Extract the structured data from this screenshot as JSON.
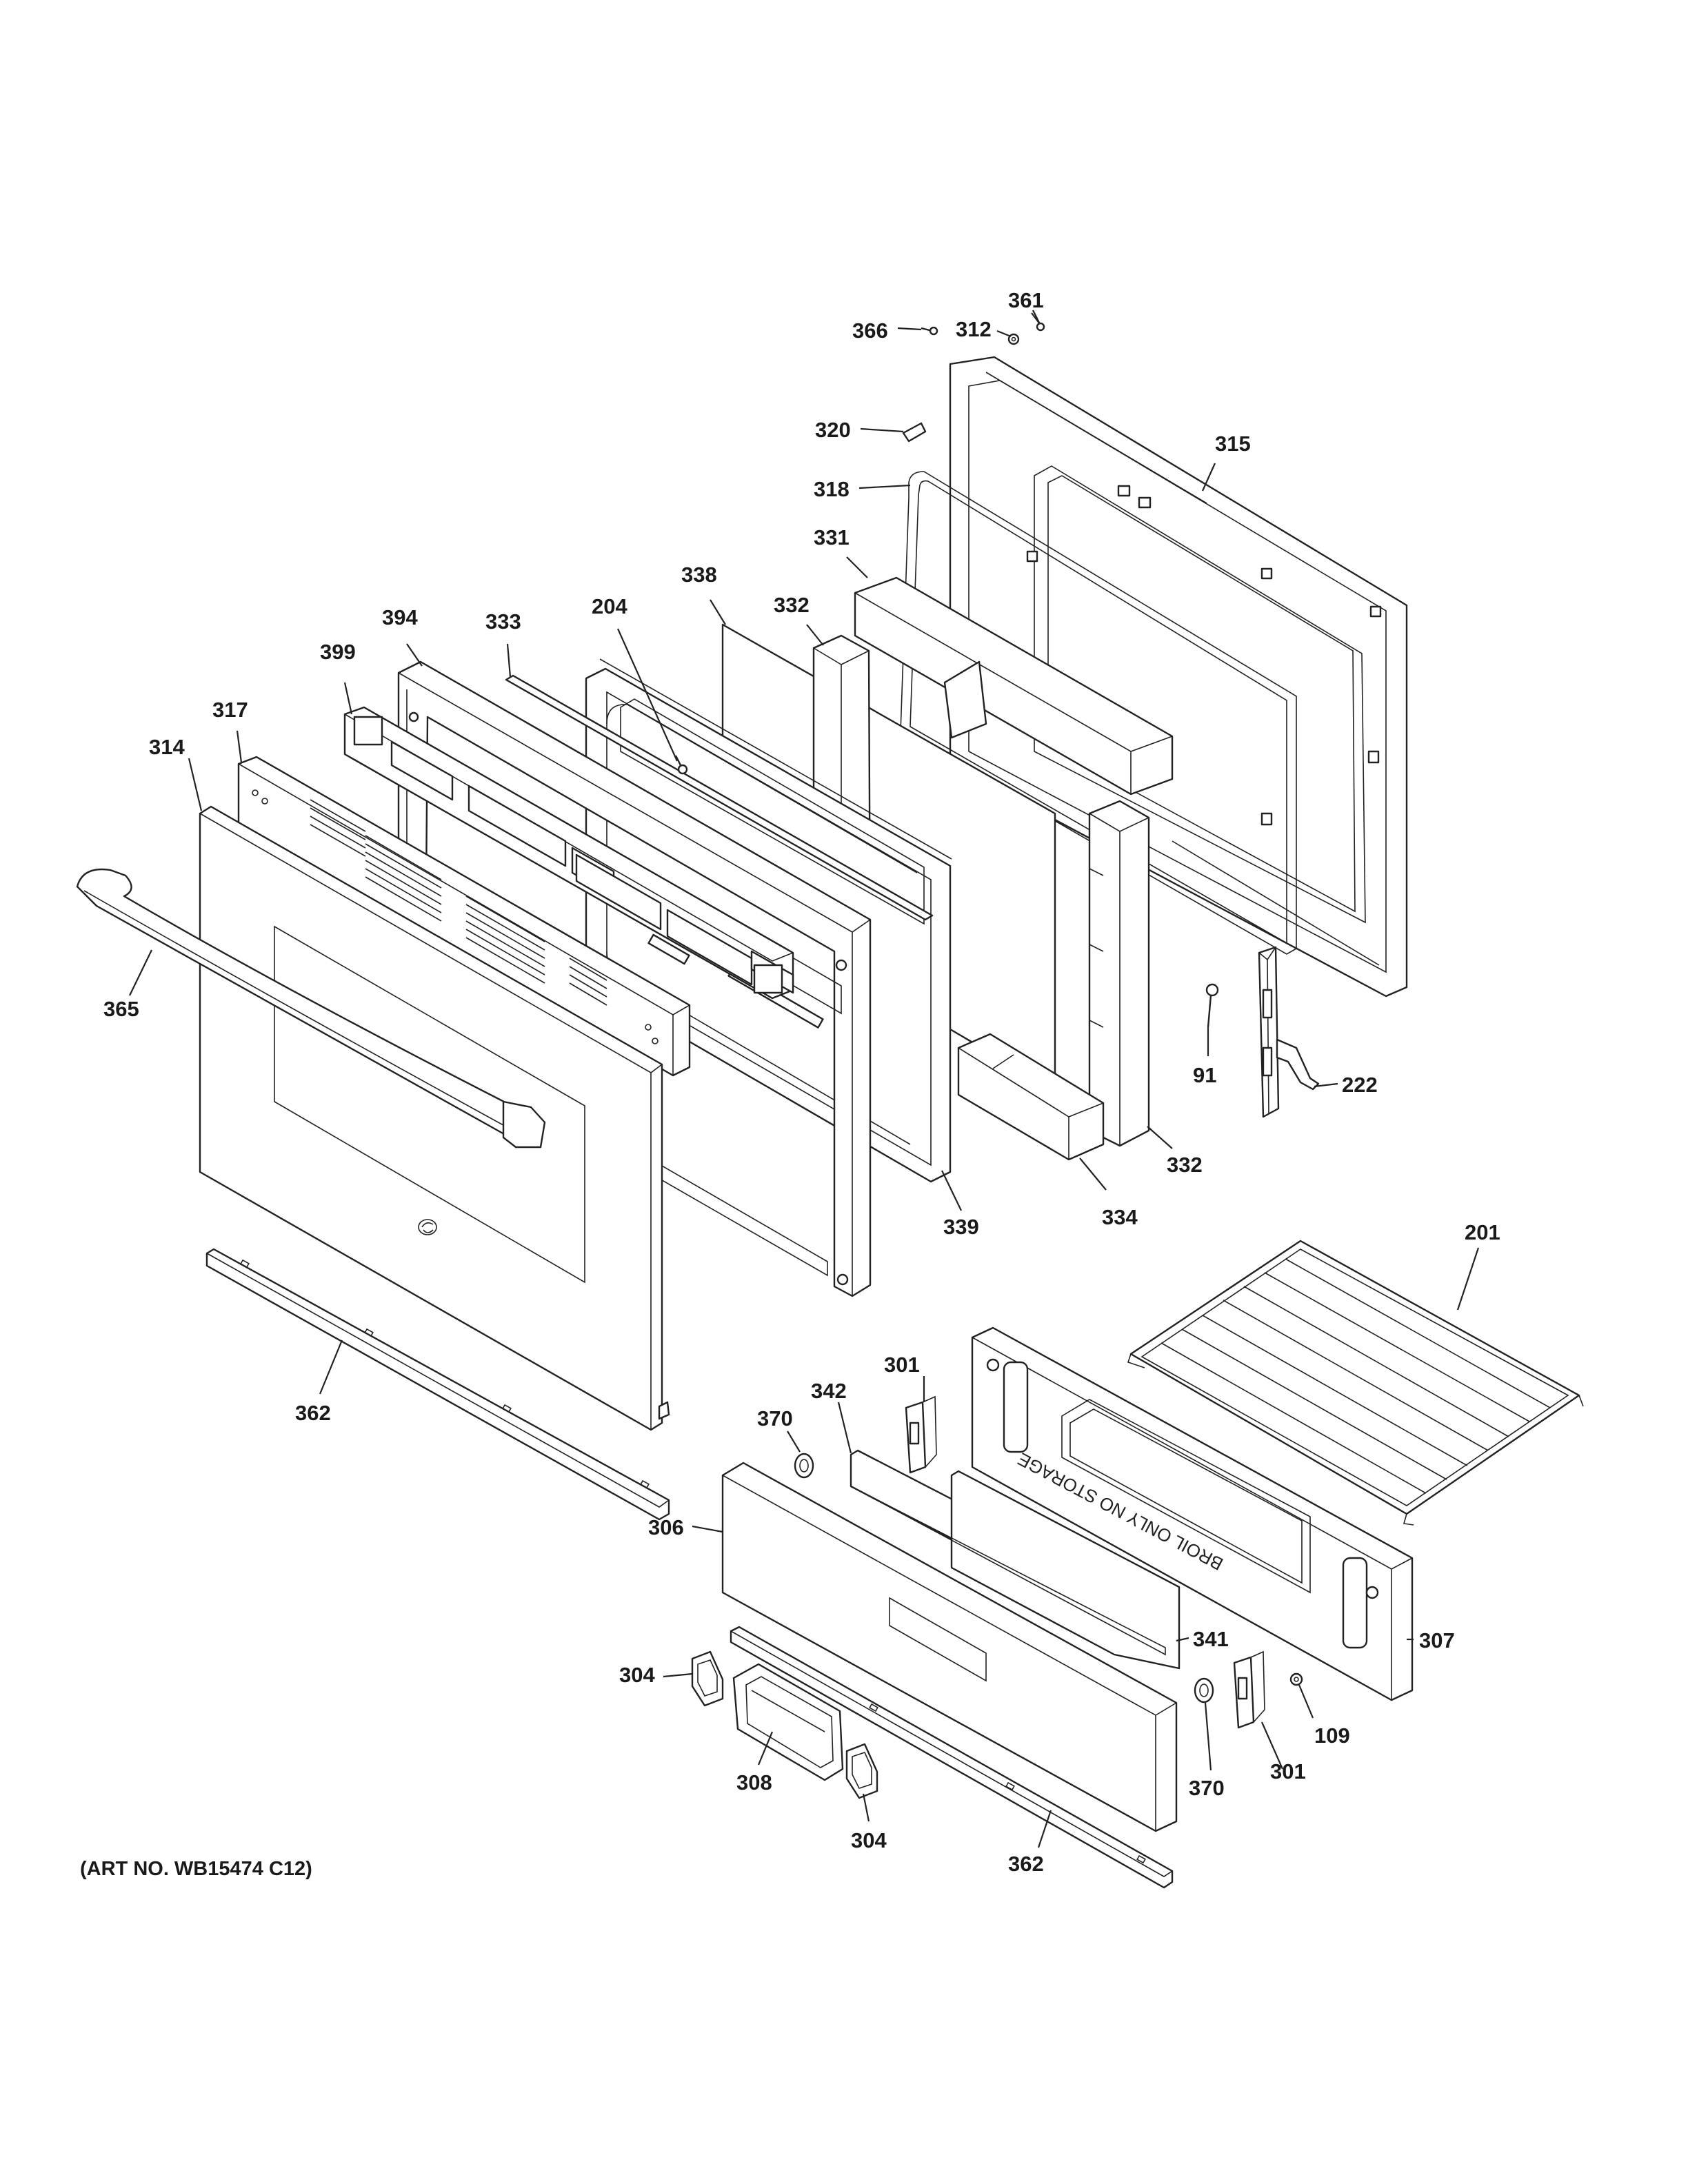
{
  "art_number": "(ART NO. WB15474 C12)",
  "callouts": {
    "c361": "361",
    "c312": "312",
    "c366": "366",
    "c320": "320",
    "c315": "315",
    "c318": "318",
    "c331": "331",
    "c338": "338",
    "c332a": "332",
    "c204": "204",
    "c333": "333",
    "c394": "394",
    "c399": "399",
    "c317": "317",
    "c314": "314",
    "c365": "365",
    "c222": "222",
    "c91": "91",
    "c332b": "332",
    "c339": "339",
    "c334": "334",
    "c201": "201",
    "c362a": "362",
    "c301a": "301",
    "c342": "342",
    "c370a": "370",
    "c306": "306",
    "c341": "341",
    "c307": "307",
    "c304a": "304",
    "c308": "308",
    "c304b": "304",
    "c370b": "370",
    "c301b": "301",
    "c109": "109",
    "c362b": "362"
  },
  "drawer_liner_text": "BROIL ONLY NO STORAGE"
}
